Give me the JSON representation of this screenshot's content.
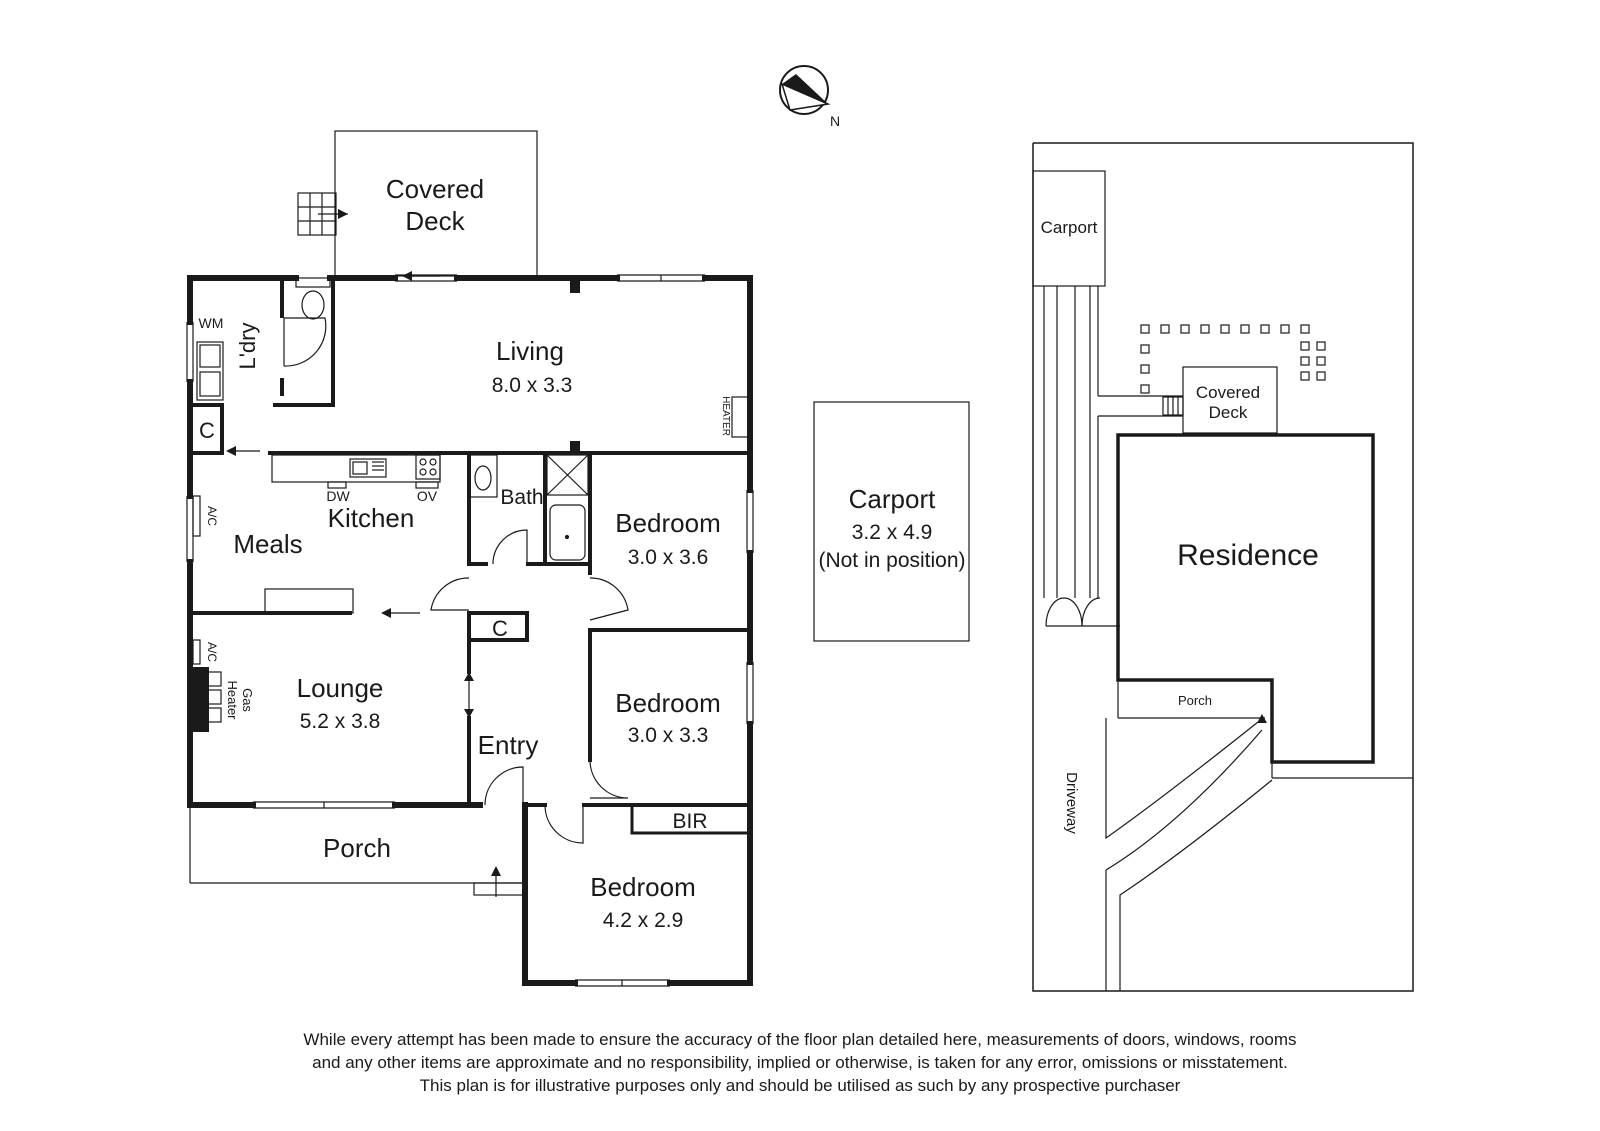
{
  "compass": {
    "label": "N"
  },
  "floor_plan": {
    "covered_deck": [
      "Covered",
      "Deck"
    ],
    "living": {
      "name": "Living",
      "size": "8.0 x 3.3"
    },
    "laundry": "L'dry",
    "wm": "WM",
    "cupboard": "C",
    "heater": "HEATER",
    "kitchen": "Kitchen",
    "dw": "DW",
    "ov": "OV",
    "meals": "Meals",
    "ac": "A/C",
    "bath": "Bath",
    "bedroom1": {
      "name": "Bedroom",
      "size": "3.0 x 3.6"
    },
    "bedroom2": {
      "name": "Bedroom",
      "size": "3.0 x 3.3"
    },
    "bedroom3": {
      "name": "Bedroom",
      "size": "4.2 x 2.9"
    },
    "bir": "BIR",
    "lounge": {
      "name": "Lounge",
      "size": "5.2 x 3.8"
    },
    "gas_heater": [
      "Gas",
      "Heater"
    ],
    "entry": "Entry",
    "porch": "Porch"
  },
  "carport_detached": {
    "name": "Carport",
    "size": "3.2 x 4.9",
    "note": "(Not in position)"
  },
  "site_plan": {
    "carport": "Carport",
    "covered_deck": [
      "Covered",
      "Deck"
    ],
    "residence": "Residence",
    "porch": "Porch",
    "driveway": "Driveway"
  },
  "disclaimer": [
    "While every attempt has been made to ensure the accuracy of the floor plan detailed here, measurements of doors, windows, rooms",
    "and any other items are approximate and no responsibility, implied or otherwise, is taken for any error, omissions or misstatement.",
    "This plan is for illustrative purposes only and should be utilised as such by any prospective purchaser"
  ]
}
